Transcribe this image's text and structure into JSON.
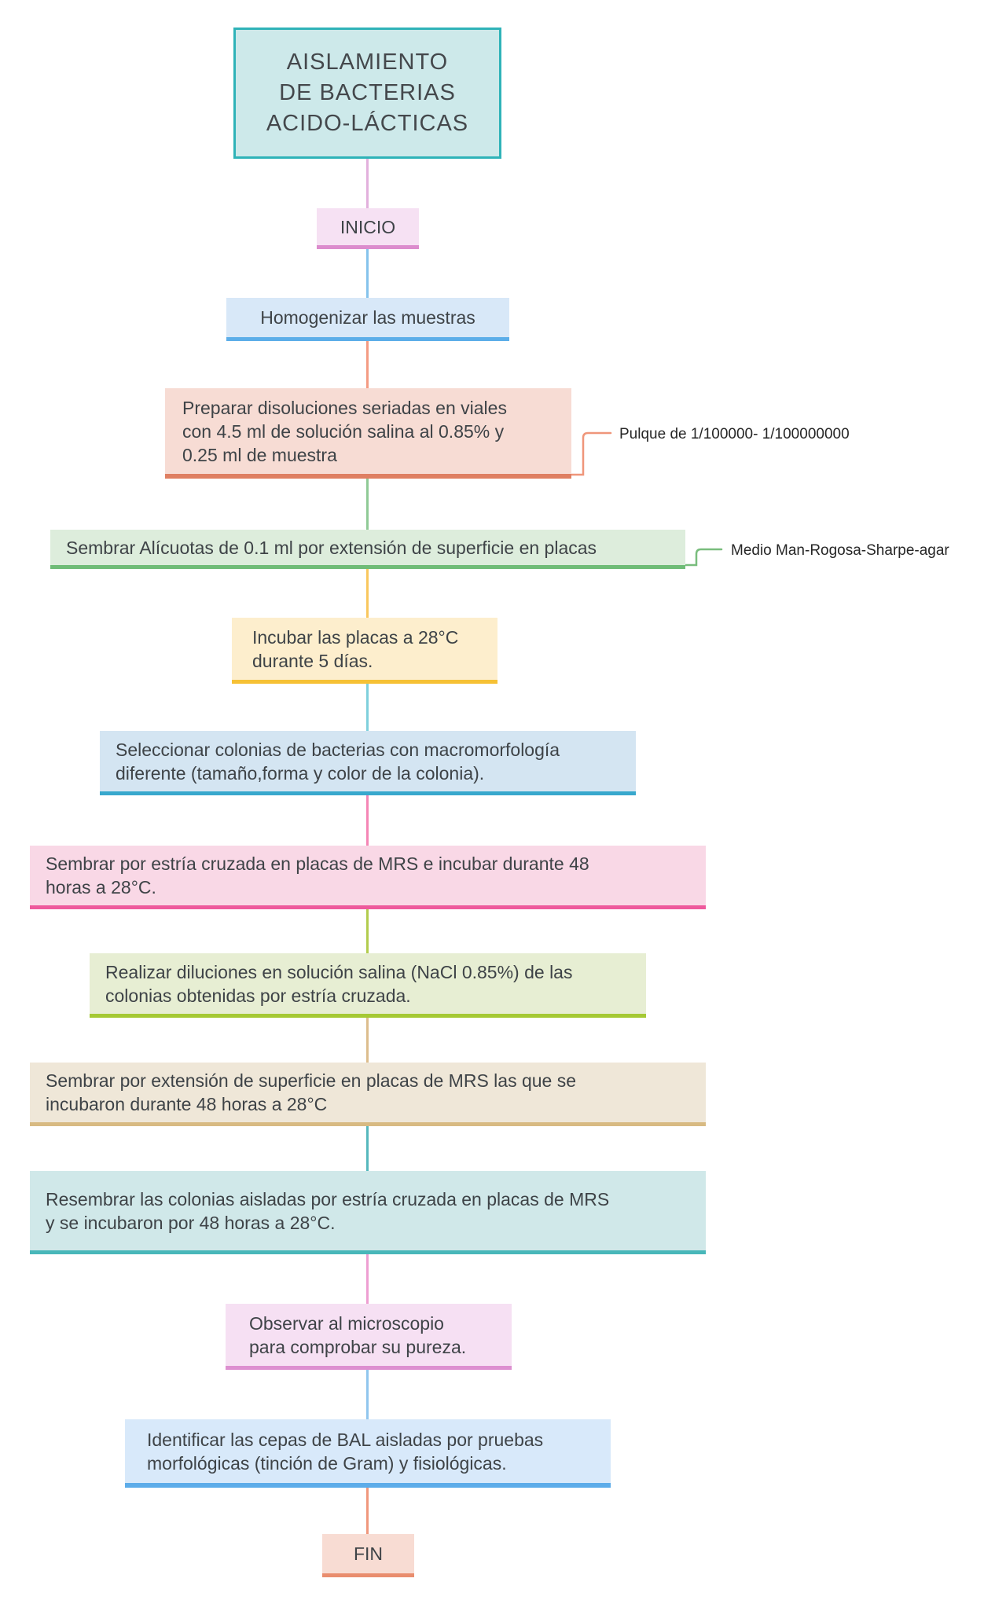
{
  "diagram": {
    "title": "AISLAMIENTO\nDE BACTERIAS\nACIDO-LÁCTICAS",
    "start": "INICIO",
    "end": "FIN",
    "steps": [
      {
        "id": "homogenizar",
        "text": "Homogenizar las muestras"
      },
      {
        "id": "preparar",
        "text": "Preparar disoluciones seriadas en viales\ncon 4.5 ml de solución salina al 0.85% y\n0.25 ml de muestra"
      },
      {
        "id": "alicuotas",
        "text": "Sembrar Alícuotas de 0.1 ml por extensión de superficie en placas"
      },
      {
        "id": "incubar",
        "text": "Incubar las placas a 28°C\ndurante 5 días."
      },
      {
        "id": "seleccionar",
        "text": "Seleccionar colonias de bacterias con macromorfología\ndiferente (tamaño,forma y color de la colonia)."
      },
      {
        "id": "estria",
        "text": "Sembrar por estría cruzada en placas de MRS e incubar durante 48\nhoras a 28°C."
      },
      {
        "id": "diluciones",
        "text": "Realizar diluciones en solución salina (NaCl 0.85%) de las\ncolonias obtenidas por estría cruzada."
      },
      {
        "id": "extension",
        "text": "Sembrar por extensión de superficie en placas de MRS las que se\nincubaron durante 48 horas a 28°C"
      },
      {
        "id": "resembrar",
        "text": "Resembrar las colonias aisladas por estría cruzada en placas de MRS\ny se incubaron por 48 horas a 28°C."
      },
      {
        "id": "observar",
        "text": "Observar al microscopio\npara comprobar su pureza."
      },
      {
        "id": "identificar",
        "text": "Identificar las cepas de BAL aisladas por pruebas\nmorfológicas (tinción de Gram) y fisiológicas."
      }
    ],
    "annotations": [
      {
        "id": "pulque",
        "text": "Pulque de 1/100000- 1/100000000"
      },
      {
        "id": "medio",
        "text": "Medio Man-Rogosa-Sharpe-agar"
      }
    ],
    "colors": {
      "title_fill": "#cde9ea",
      "title_border": "#2fb3b8",
      "inicio_fill": "#f6e1f3",
      "inicio_accent": "#dc8ccd",
      "homogenizar_fill": "#d8e8f8",
      "homogenizar_accent": "#5caee9",
      "preparar_fill": "#f7dcd4",
      "preparar_accent": "#df7f62",
      "alicuotas_fill": "#ddeddc",
      "alicuotas_accent": "#6fbc77",
      "incubar_fill": "#fdeecd",
      "incubar_accent": "#f6c135",
      "seleccionar_fill": "#d4e5f2",
      "seleccionar_accent": "#38a8cd",
      "estria_fill": "#f9d8e6",
      "estria_accent": "#ee599c",
      "diluciones_fill": "#e7eed3",
      "diluciones_accent": "#a5c934",
      "extension_fill": "#efe7d8",
      "extension_accent": "#d8ba82",
      "resembrar_fill": "#d0e8e9",
      "resembrar_accent": "#48b7b9",
      "observar_fill": "#f6e0f3",
      "observar_accent": "#dd8fd0",
      "identificar_fill": "#d8e9fa",
      "identificar_accent": "#5cace9",
      "fin_fill": "#f8dcd3",
      "fin_accent": "#e98d6e"
    }
  }
}
